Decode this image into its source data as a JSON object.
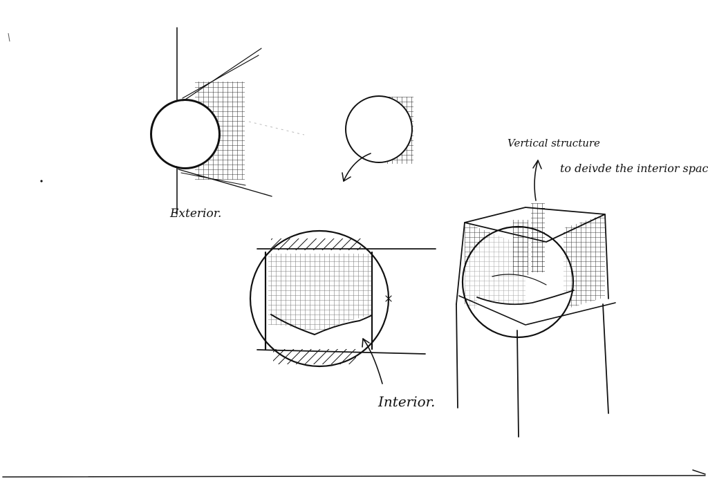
{
  "annotations": {
    "exterior": "Exterior.",
    "interior": "Interior.",
    "vertical_structure": "Vertical structure",
    "divide_interior": "to deivde the interior space"
  },
  "colors": {
    "ink": "#111111",
    "paper": "#ffffff"
  }
}
